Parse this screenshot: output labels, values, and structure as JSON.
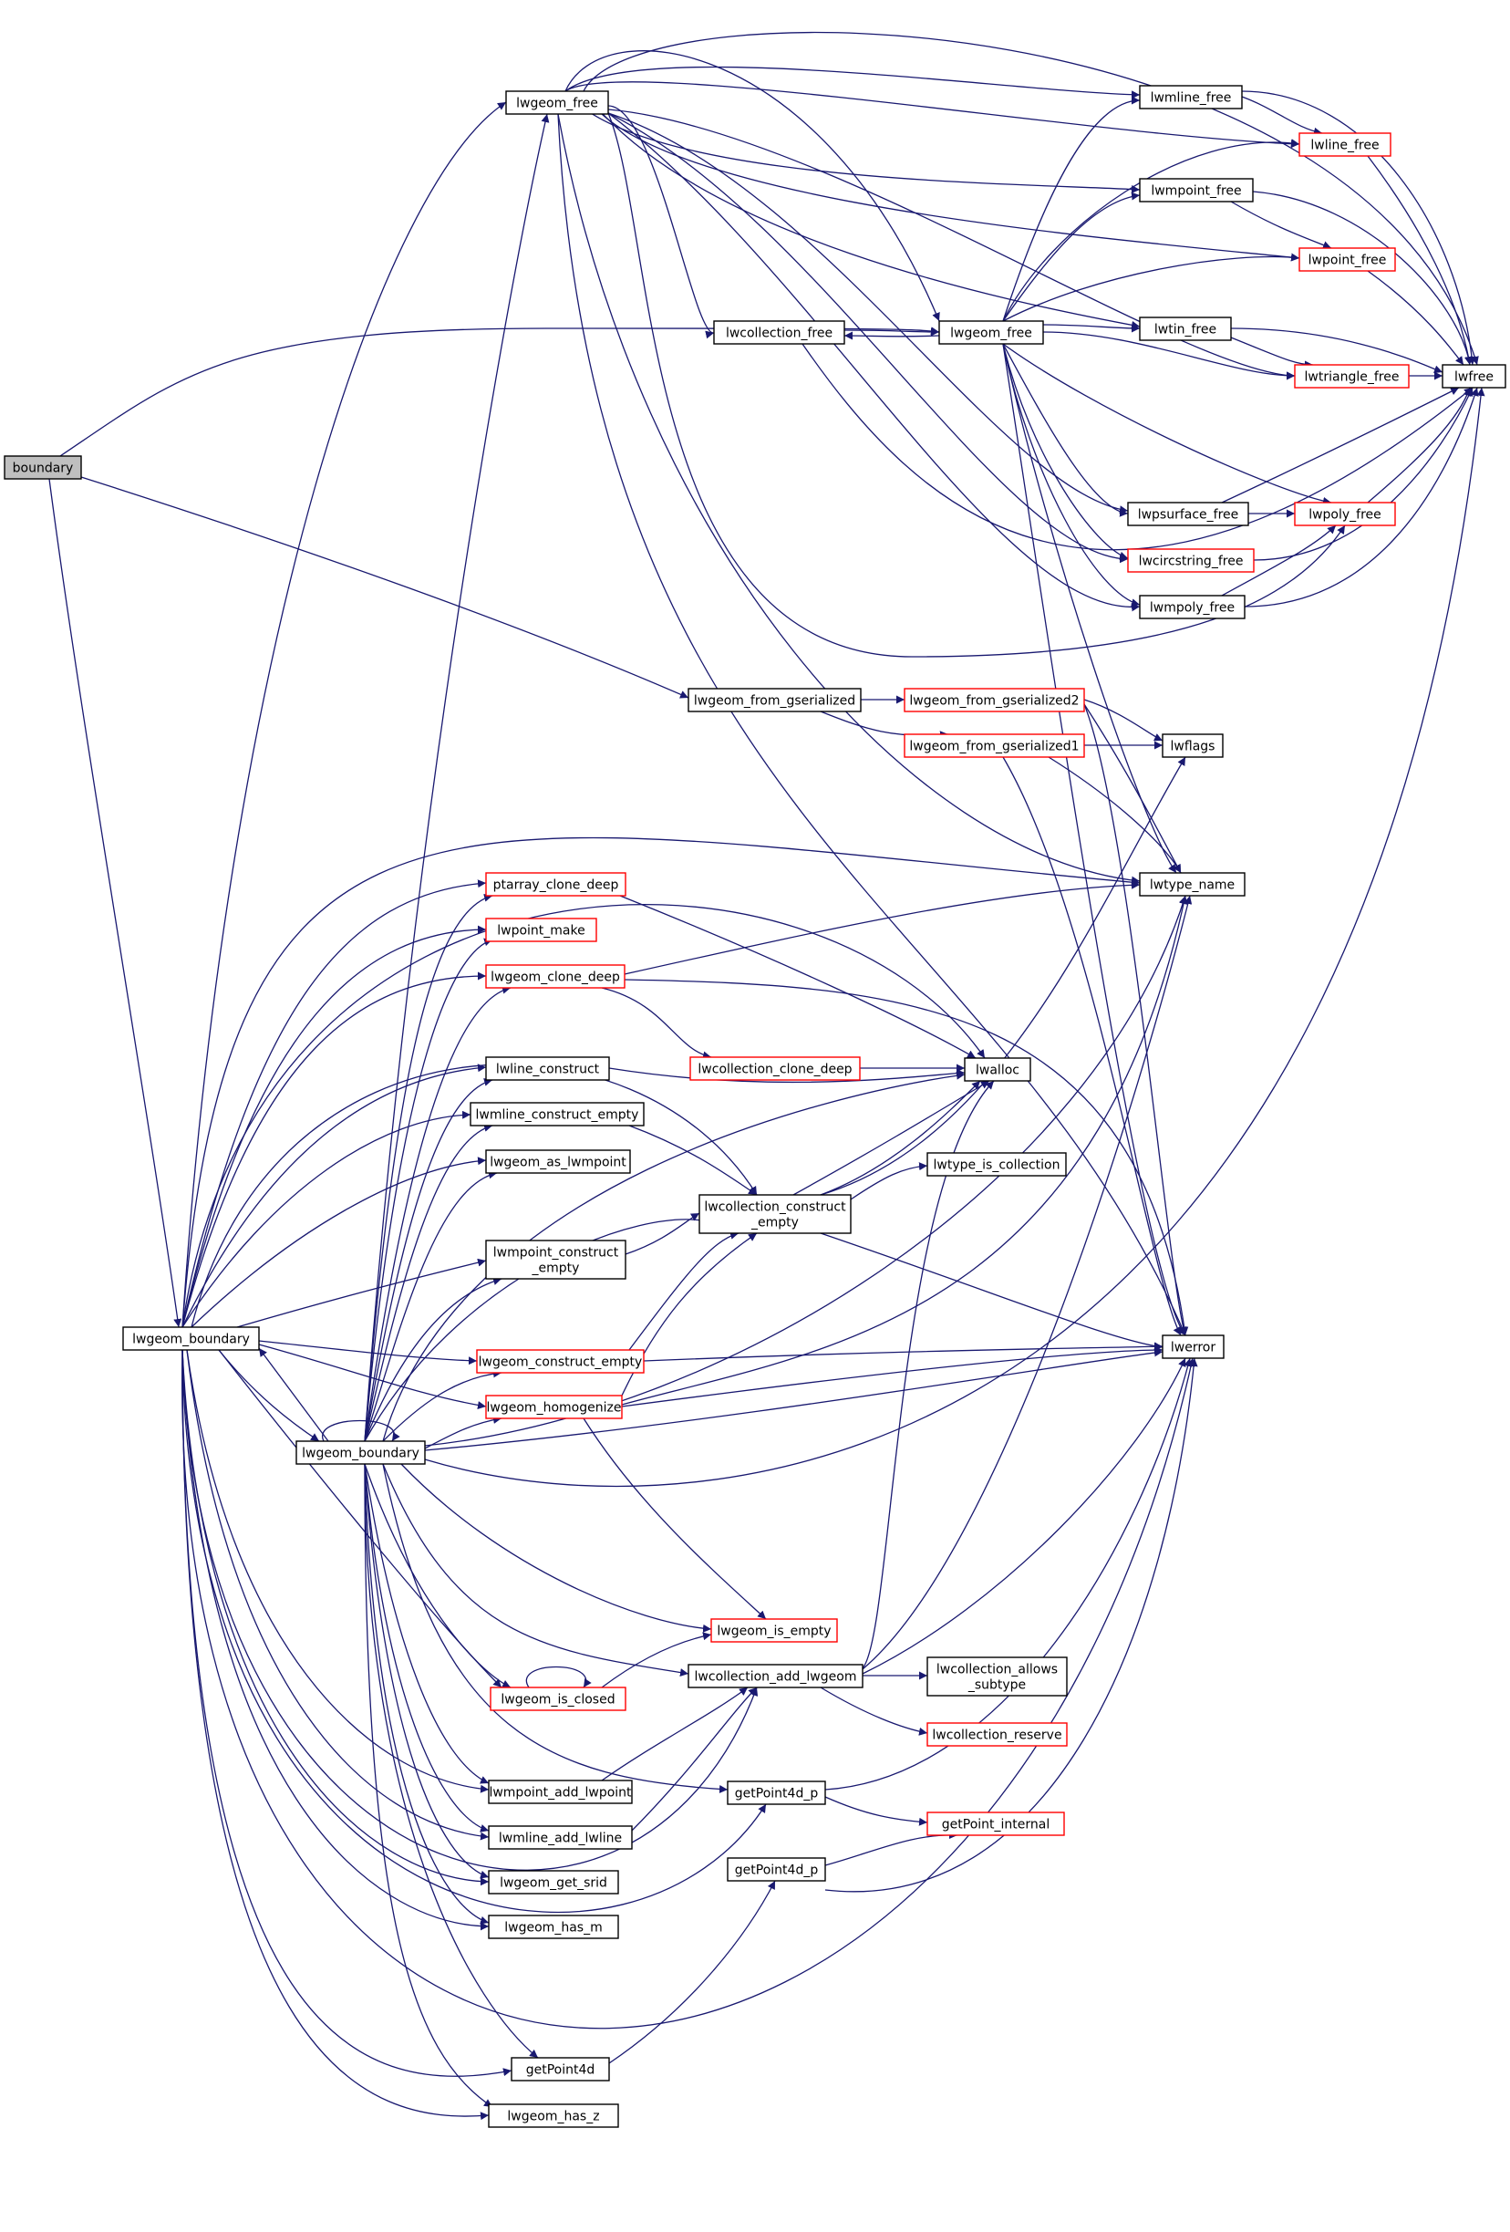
{
  "colors": {
    "edge": "#191970",
    "node_border_default": "#000000",
    "node_border_link": "#ff0000",
    "node_fill_root": "#bfbfbf",
    "node_fill": "#ffffff"
  },
  "nodes": [
    {
      "id": "boundary",
      "label": "boundary",
      "style": "root"
    },
    {
      "id": "lwgeom_boundary_outer",
      "label": "lwgeom_boundary",
      "style": "normal"
    },
    {
      "id": "lwgeom_free_1",
      "label": "lwgeom_free",
      "style": "normal"
    },
    {
      "id": "lwcollection_free",
      "label": "lwcollection_free",
      "style": "normal"
    },
    {
      "id": "lwgeom_free_2",
      "label": "lwgeom_free",
      "style": "normal"
    },
    {
      "id": "lwmline_free",
      "label": "lwmline_free",
      "style": "normal"
    },
    {
      "id": "lwline_free",
      "label": "lwline_free",
      "style": "link"
    },
    {
      "id": "lwmpoint_free",
      "label": "lwmpoint_free",
      "style": "normal"
    },
    {
      "id": "lwpoint_free",
      "label": "lwpoint_free",
      "style": "link"
    },
    {
      "id": "lwtin_free",
      "label": "lwtin_free",
      "style": "normal"
    },
    {
      "id": "lwtriangle_free",
      "label": "lwtriangle_free",
      "style": "link"
    },
    {
      "id": "lwfree",
      "label": "lwfree",
      "style": "normal"
    },
    {
      "id": "lwpsurface_free",
      "label": "lwpsurface_free",
      "style": "normal"
    },
    {
      "id": "lwpoly_free",
      "label": "lwpoly_free",
      "style": "link"
    },
    {
      "id": "lwcircstring_free",
      "label": "lwcircstring_free",
      "style": "link"
    },
    {
      "id": "lwmpoly_free",
      "label": "lwmpoly_free",
      "style": "normal"
    },
    {
      "id": "lwgeom_from_gserialized",
      "label": "lwgeom_from_gserialized",
      "style": "normal"
    },
    {
      "id": "lwgeom_from_gserialized2",
      "label": "lwgeom_from_gserialized2",
      "style": "link"
    },
    {
      "id": "lwgeom_from_gserialized1",
      "label": "lwgeom_from_gserialized1",
      "style": "link"
    },
    {
      "id": "lwflags",
      "label": "lwflags",
      "style": "normal"
    },
    {
      "id": "lwtype_name",
      "label": "lwtype_name",
      "style": "normal"
    },
    {
      "id": "ptarray_clone_deep",
      "label": "ptarray_clone_deep",
      "style": "link"
    },
    {
      "id": "lwpoint_make",
      "label": "lwpoint_make",
      "style": "link"
    },
    {
      "id": "lwgeom_clone_deep",
      "label": "lwgeom_clone_deep",
      "style": "link"
    },
    {
      "id": "lwcollection_clone_deep",
      "label": "lwcollection_clone_deep",
      "style": "link"
    },
    {
      "id": "lwalloc",
      "label": "lwalloc",
      "style": "normal"
    },
    {
      "id": "lwline_construct",
      "label": "lwline_construct",
      "style": "normal"
    },
    {
      "id": "lwmline_construct_empty",
      "label": "lwmline_construct_empty",
      "style": "normal"
    },
    {
      "id": "lwgeom_as_lwmpoint",
      "label": "lwgeom_as_lwmpoint",
      "style": "normal"
    },
    {
      "id": "lwtype_is_collection",
      "label": "lwtype_is_collection",
      "style": "normal"
    },
    {
      "id": "lwcollection_construct_empty",
      "label": "lwcollection_construct\n_empty",
      "style": "normal"
    },
    {
      "id": "lwmpoint_construct_empty",
      "label": "lwmpoint_construct\n_empty",
      "style": "normal"
    },
    {
      "id": "lwerror",
      "label": "lwerror",
      "style": "normal"
    },
    {
      "id": "lwgeom_construct_empty",
      "label": "lwgeom_construct_empty",
      "style": "link"
    },
    {
      "id": "lwgeom_homogenize",
      "label": "lwgeom_homogenize",
      "style": "link"
    },
    {
      "id": "lwgeom_boundary_inner",
      "label": "lwgeom_boundary",
      "style": "normal"
    },
    {
      "id": "lwgeom_is_empty",
      "label": "lwgeom_is_empty",
      "style": "link"
    },
    {
      "id": "lwcollection_add_lwgeom",
      "label": "lwcollection_add_lwgeom",
      "style": "normal"
    },
    {
      "id": "lwcollection_allows_subtype",
      "label": "lwcollection_allows\n_subtype",
      "style": "normal"
    },
    {
      "id": "lwgeom_is_closed",
      "label": "lwgeom_is_closed",
      "style": "link"
    },
    {
      "id": "lwcollection_reserve",
      "label": "lwcollection_reserve",
      "style": "link"
    },
    {
      "id": "lwmpoint_add_lwpoint",
      "label": "lwmpoint_add_lwpoint",
      "style": "normal"
    },
    {
      "id": "getPoint4d_p_1",
      "label": "getPoint4d_p",
      "style": "normal"
    },
    {
      "id": "getPoint_internal",
      "label": "getPoint_internal",
      "style": "link"
    },
    {
      "id": "lwmline_add_lwline",
      "label": "lwmline_add_lwline",
      "style": "normal"
    },
    {
      "id": "getPoint4d_p_2",
      "label": "getPoint4d_p",
      "style": "normal"
    },
    {
      "id": "lwgeom_get_srid",
      "label": "lwgeom_get_srid",
      "style": "normal"
    },
    {
      "id": "lwgeom_has_m",
      "label": "lwgeom_has_m",
      "style": "normal"
    },
    {
      "id": "getPoint4d",
      "label": "getPoint4d",
      "style": "normal"
    },
    {
      "id": "lwgeom_has_z",
      "label": "lwgeom_has_z",
      "style": "normal"
    }
  ]
}
